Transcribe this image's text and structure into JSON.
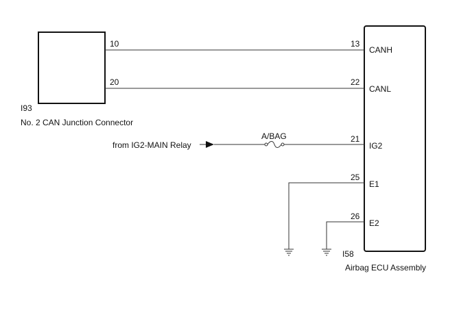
{
  "connector": {
    "id": "I93",
    "name": "No. 2 CAN Junction Connector",
    "pins": [
      "10",
      "20"
    ]
  },
  "ecu": {
    "id": "I58",
    "name": "Airbag ECU Assembly",
    "terminals": [
      {
        "pin": "13",
        "label": "CANH"
      },
      {
        "pin": "22",
        "label": "CANL"
      },
      {
        "pin": "21",
        "label": "IG2"
      },
      {
        "pin": "25",
        "label": "E1"
      },
      {
        "pin": "26",
        "label": "E2"
      }
    ]
  },
  "power_source": "from IG2-MAIN Relay",
  "fuse": "A/BAG",
  "colors": {
    "wire": "#333333",
    "outline": "#111111"
  }
}
